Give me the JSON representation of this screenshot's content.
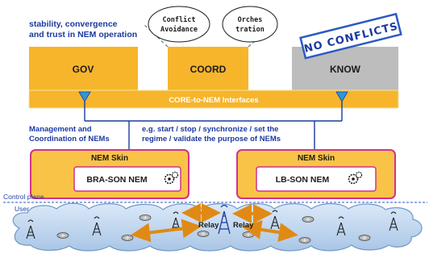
{
  "top_left_text": [
    "stability, convergence",
    "and trust in NEM operation"
  ],
  "top_ellipses": [
    {
      "lines": [
        "Conflict",
        "Avoidance"
      ]
    },
    {
      "lines": [
        "Orches",
        "tration"
      ]
    }
  ],
  "stamp_text": "NO CONFLICTS",
  "core_boxes": {
    "gov": "GOV",
    "coord": "COORD",
    "know": "KNOW"
  },
  "interfaces_label": "CORE-to-NEM Interfaces",
  "management_text": [
    "Management and",
    "Coordination of NEMs"
  ],
  "example_text": [
    "e.g. start / stop / synchronize / set the",
    "regime / validate the purpose of NEMs"
  ],
  "nem_skins": [
    {
      "title": "NEM Skin",
      "nem": "BRA-SON NEM"
    },
    {
      "title": "NEM Skin",
      "nem": "LB-SON NEM"
    }
  ],
  "planes": {
    "control": "Control plane",
    "user": "User plane"
  },
  "relay_labels": [
    "Relay",
    "Relay"
  ],
  "colors": {
    "core_orange": "#f7b52c",
    "know_gray": "#bdbdbd",
    "skin_border": "#d1338a",
    "skin_fill": "#f9c348",
    "accent_blue": "#1b3aa0",
    "cloud_fill": "#c6dcf3",
    "stamp_blue": "#2b59c3"
  },
  "icons": [
    "gear-icon",
    "router-icon",
    "antenna-tower-icon",
    "relay-icon"
  ]
}
